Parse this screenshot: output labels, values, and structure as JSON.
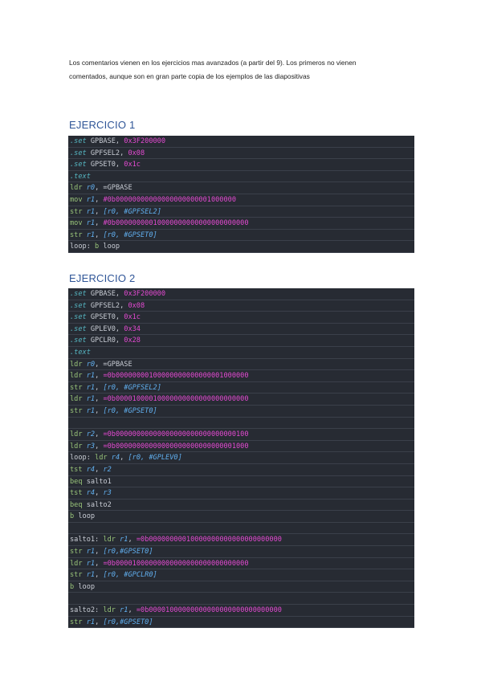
{
  "intro": {
    "line1": "Los comentarios vienen en los ejercicios mas avanzados (a partir del 9). Los primeros no vienen",
    "line2": "comentados, aunque son en gran parte copia de los ejemplos de las diapositivas"
  },
  "colors": {
    "heading": "#2f5597",
    "code_bg": "#272b33",
    "directive": "#56b6c2",
    "keyword": "#98c379",
    "register": "#61afef",
    "number": "#e34ad1",
    "plain": "#c8ccd4"
  },
  "exercises": [
    {
      "title": "EJERCICIO 1",
      "lines": [
        [
          {
            "t": ".set",
            "c": "dir"
          },
          {
            "t": " GPBASE, ",
            "c": "plain"
          },
          {
            "t": "0x3F200000",
            "c": "num"
          }
        ],
        [
          {
            "t": ".set",
            "c": "dir"
          },
          {
            "t": " GPFSEL2, ",
            "c": "plain"
          },
          {
            "t": "0x08",
            "c": "num"
          }
        ],
        [
          {
            "t": ".set",
            "c": "dir"
          },
          {
            "t": " GPSET0, ",
            "c": "plain"
          },
          {
            "t": "0x1c",
            "c": "num"
          }
        ],
        [
          {
            "t": ".text",
            "c": "dir"
          }
        ],
        [
          {
            "t": "ldr",
            "c": "kw"
          },
          {
            "t": " ",
            "c": "plain"
          },
          {
            "t": "r0",
            "c": "reg"
          },
          {
            "t": ", =GPBASE",
            "c": "plain"
          }
        ],
        [
          {
            "t": "mov",
            "c": "kw"
          },
          {
            "t": " ",
            "c": "plain"
          },
          {
            "t": "r1",
            "c": "reg"
          },
          {
            "t": ", ",
            "c": "plain"
          },
          {
            "t": "#0b00000000000000000000001000000",
            "c": "num"
          }
        ],
        [
          {
            "t": "str",
            "c": "kw"
          },
          {
            "t": " ",
            "c": "plain"
          },
          {
            "t": "r1",
            "c": "reg"
          },
          {
            "t": ", ",
            "c": "plain"
          },
          {
            "t": "[r0, #GPFSEL2]",
            "c": "cmt"
          }
        ],
        [
          {
            "t": "mov",
            "c": "kw"
          },
          {
            "t": " ",
            "c": "plain"
          },
          {
            "t": "r1",
            "c": "reg"
          },
          {
            "t": ", ",
            "c": "plain"
          },
          {
            "t": "#0b00000000010000000000000000000000",
            "c": "num"
          }
        ],
        [
          {
            "t": "str",
            "c": "kw"
          },
          {
            "t": " ",
            "c": "plain"
          },
          {
            "t": "r1",
            "c": "reg"
          },
          {
            "t": ", ",
            "c": "plain"
          },
          {
            "t": "[r0, #GPSET0]",
            "c": "cmt"
          }
        ],
        [
          {
            "t": "loop: ",
            "c": "plain"
          },
          {
            "t": "b",
            "c": "kw"
          },
          {
            "t": " loop",
            "c": "plain"
          }
        ]
      ]
    },
    {
      "title": "EJERCICIO 2",
      "lines": [
        [
          {
            "t": ".set",
            "c": "dir"
          },
          {
            "t": " GPBASE, ",
            "c": "plain"
          },
          {
            "t": "0x3F200000",
            "c": "num"
          }
        ],
        [
          {
            "t": ".set",
            "c": "dir"
          },
          {
            "t": " GPFSEL2, ",
            "c": "plain"
          },
          {
            "t": "0x08",
            "c": "num"
          }
        ],
        [
          {
            "t": ".set",
            "c": "dir"
          },
          {
            "t": " GPSET0, ",
            "c": "plain"
          },
          {
            "t": "0x1c",
            "c": "num"
          }
        ],
        [
          {
            "t": ".set",
            "c": "dir"
          },
          {
            "t": " GPLEV0, ",
            "c": "plain"
          },
          {
            "t": "0x34",
            "c": "num"
          }
        ],
        [
          {
            "t": ".set",
            "c": "dir"
          },
          {
            "t": " GPCLR0, ",
            "c": "plain"
          },
          {
            "t": "0x28",
            "c": "num"
          }
        ],
        [
          {
            "t": ".text",
            "c": "dir"
          }
        ],
        [
          {
            "t": "ldr",
            "c": "kw"
          },
          {
            "t": " ",
            "c": "plain"
          },
          {
            "t": "r0",
            "c": "reg"
          },
          {
            "t": ", =GPBASE",
            "c": "plain"
          }
        ],
        [
          {
            "t": "ldr",
            "c": "kw"
          },
          {
            "t": " ",
            "c": "plain"
          },
          {
            "t": "r1",
            "c": "reg"
          },
          {
            "t": ", ",
            "c": "plain"
          },
          {
            "t": "=0b00000000100000000000000001000000",
            "c": "num"
          }
        ],
        [
          {
            "t": "str",
            "c": "kw"
          },
          {
            "t": " ",
            "c": "plain"
          },
          {
            "t": "r1",
            "c": "reg"
          },
          {
            "t": ", ",
            "c": "plain"
          },
          {
            "t": "[r0, #GPFSEL2]",
            "c": "cmt"
          }
        ],
        [
          {
            "t": "ldr",
            "c": "kw"
          },
          {
            "t": " ",
            "c": "plain"
          },
          {
            "t": "r1",
            "c": "reg"
          },
          {
            "t": ", ",
            "c": "plain"
          },
          {
            "t": "=0b00001000010000000000000000000000",
            "c": "num"
          }
        ],
        [
          {
            "t": "str",
            "c": "kw"
          },
          {
            "t": " ",
            "c": "plain"
          },
          {
            "t": "r1",
            "c": "reg"
          },
          {
            "t": ", ",
            "c": "plain"
          },
          {
            "t": "[r0, #GPSET0]",
            "c": "cmt"
          }
        ],
        [],
        [
          {
            "t": "ldr",
            "c": "kw"
          },
          {
            "t": " ",
            "c": "plain"
          },
          {
            "t": "r2",
            "c": "reg"
          },
          {
            "t": ", ",
            "c": "plain"
          },
          {
            "t": "=0b00000000000000000000000000000100",
            "c": "num"
          }
        ],
        [
          {
            "t": "ldr",
            "c": "kw"
          },
          {
            "t": " ",
            "c": "plain"
          },
          {
            "t": "r3",
            "c": "reg"
          },
          {
            "t": ", ",
            "c": "plain"
          },
          {
            "t": "=0b00000000000000000000000000001000",
            "c": "num"
          }
        ],
        [
          {
            "t": "loop: ",
            "c": "plain"
          },
          {
            "t": "ldr",
            "c": "kw"
          },
          {
            "t": " ",
            "c": "plain"
          },
          {
            "t": "r4",
            "c": "reg"
          },
          {
            "t": ", ",
            "c": "plain"
          },
          {
            "t": "[r0, #GPLEV0]",
            "c": "cmt"
          }
        ],
        [
          {
            "t": "tst",
            "c": "kw"
          },
          {
            "t": " ",
            "c": "plain"
          },
          {
            "t": "r4",
            "c": "reg"
          },
          {
            "t": ", ",
            "c": "plain"
          },
          {
            "t": "r2",
            "c": "reg"
          }
        ],
        [
          {
            "t": "beq",
            "c": "kw"
          },
          {
            "t": " salto1",
            "c": "plain"
          }
        ],
        [
          {
            "t": "tst",
            "c": "kw"
          },
          {
            "t": " ",
            "c": "plain"
          },
          {
            "t": "r4",
            "c": "reg"
          },
          {
            "t": ", ",
            "c": "plain"
          },
          {
            "t": "r3",
            "c": "reg"
          }
        ],
        [
          {
            "t": "beq",
            "c": "kw"
          },
          {
            "t": " salto2",
            "c": "plain"
          }
        ],
        [
          {
            "t": "b",
            "c": "kw"
          },
          {
            "t": " loop",
            "c": "plain"
          }
        ],
        [],
        [
          {
            "t": "salto1: ",
            "c": "plain"
          },
          {
            "t": "ldr",
            "c": "kw"
          },
          {
            "t": " ",
            "c": "plain"
          },
          {
            "t": "r1",
            "c": "reg"
          },
          {
            "t": ", ",
            "c": "plain"
          },
          {
            "t": "=0b00000000010000000000000000000000",
            "c": "num"
          }
        ],
        [
          {
            "t": "str",
            "c": "kw"
          },
          {
            "t": " ",
            "c": "plain"
          },
          {
            "t": "r1",
            "c": "reg"
          },
          {
            "t": ", ",
            "c": "plain"
          },
          {
            "t": "[r0,#GPSET0]",
            "c": "cmt"
          }
        ],
        [
          {
            "t": "ldr",
            "c": "kw"
          },
          {
            "t": " ",
            "c": "plain"
          },
          {
            "t": "r1",
            "c": "reg"
          },
          {
            "t": ", ",
            "c": "plain"
          },
          {
            "t": "=0b00001000000000000000000000000000",
            "c": "num"
          }
        ],
        [
          {
            "t": "str",
            "c": "kw"
          },
          {
            "t": " ",
            "c": "plain"
          },
          {
            "t": "r1",
            "c": "reg"
          },
          {
            "t": ", ",
            "c": "plain"
          },
          {
            "t": "[r0, #GPCLR0]",
            "c": "cmt"
          }
        ],
        [
          {
            "t": "b",
            "c": "kw"
          },
          {
            "t": " loop",
            "c": "plain"
          }
        ],
        [],
        [
          {
            "t": "salto2: ",
            "c": "plain"
          },
          {
            "t": "ldr",
            "c": "kw"
          },
          {
            "t": " ",
            "c": "plain"
          },
          {
            "t": "r1",
            "c": "reg"
          },
          {
            "t": ", ",
            "c": "plain"
          },
          {
            "t": "=0b00001000000000000000000000000000",
            "c": "num"
          }
        ],
        [
          {
            "t": "str",
            "c": "kw"
          },
          {
            "t": " ",
            "c": "plain"
          },
          {
            "t": "r1",
            "c": "reg"
          },
          {
            "t": ", ",
            "c": "plain"
          },
          {
            "t": "[r0,#GPSET0]",
            "c": "cmt"
          }
        ]
      ]
    }
  ]
}
